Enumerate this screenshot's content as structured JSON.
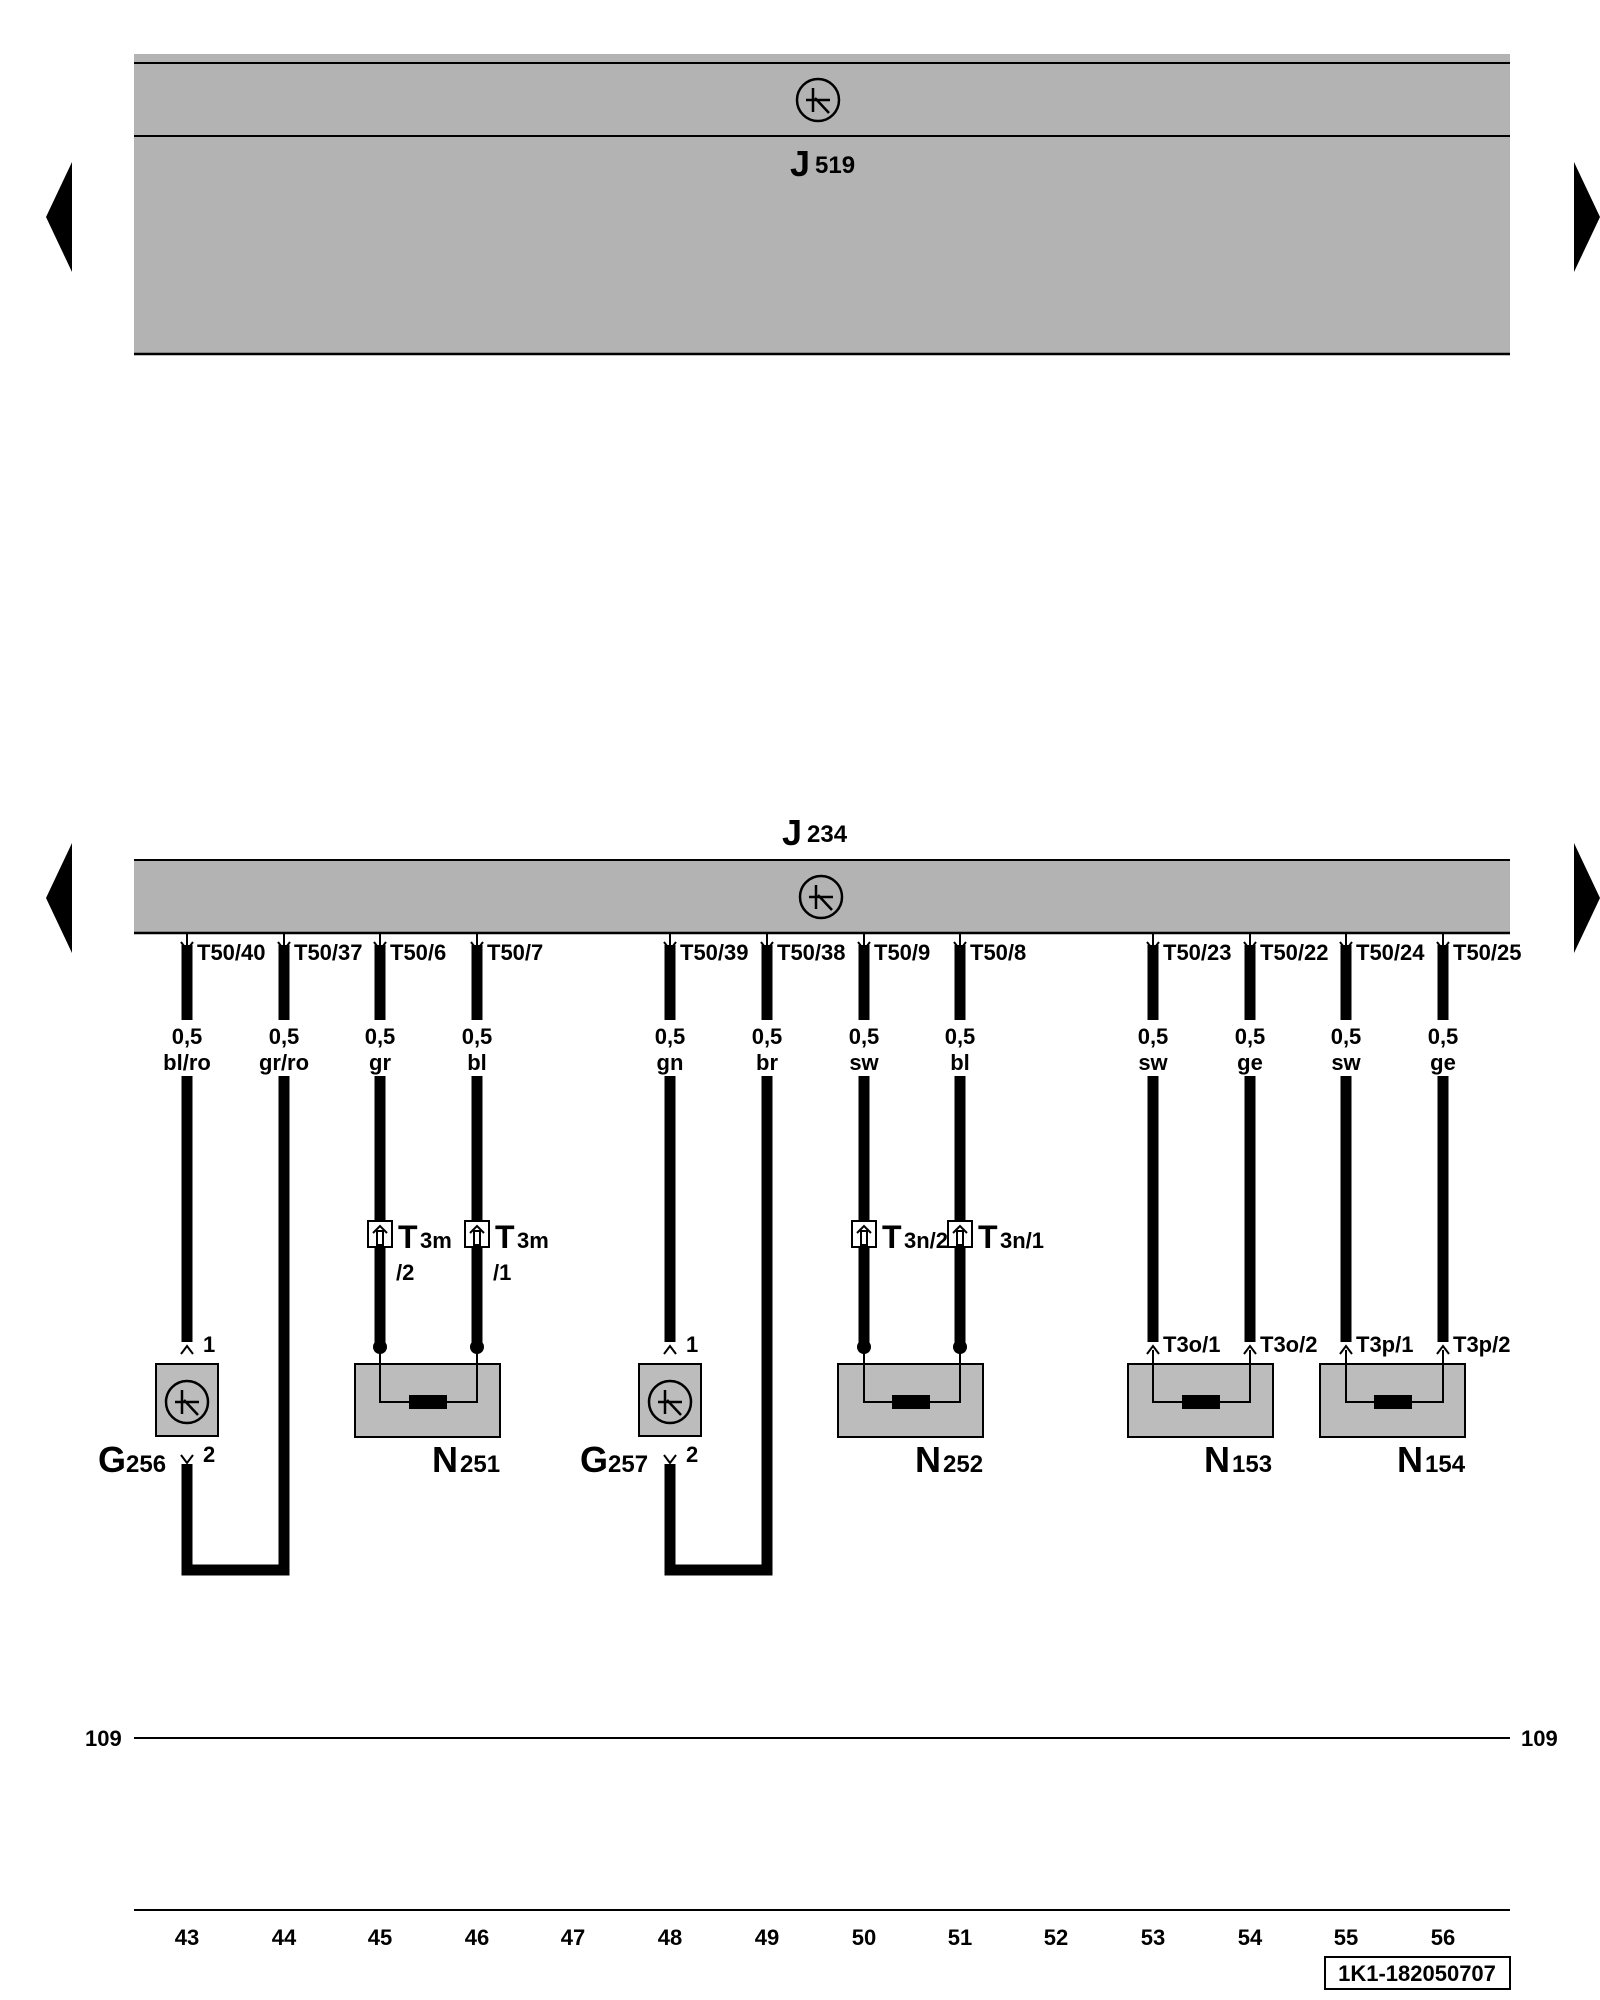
{
  "modules": {
    "j519": {
      "letter": "J",
      "number": "519"
    },
    "j234": {
      "letter": "J",
      "number": "234"
    }
  },
  "pins": {
    "t50_40": "T50/40",
    "t50_37": "T50/37",
    "t50_6": "T50/6",
    "t50_7": "T50/7",
    "t50_39": "T50/39",
    "t50_38": "T50/38",
    "t50_9": "T50/9",
    "t50_8": "T50/8",
    "t50_23": "T50/23",
    "t50_22": "T50/22",
    "t50_24": "T50/24",
    "t50_25": "T50/25"
  },
  "wires": [
    {
      "size": "0,5",
      "color": "bl/ro"
    },
    {
      "size": "0,5",
      "color": "gr/ro"
    },
    {
      "size": "0,5",
      "color": "gr"
    },
    {
      "size": "0,5",
      "color": "bl"
    },
    {
      "size": "0,5",
      "color": "gn"
    },
    {
      "size": "0,5",
      "color": "br"
    },
    {
      "size": "0,5",
      "color": "sw"
    },
    {
      "size": "0,5",
      "color": "bl"
    },
    {
      "size": "0,5",
      "color": "sw"
    },
    {
      "size": "0,5",
      "color": "ge"
    },
    {
      "size": "0,5",
      "color": "sw"
    },
    {
      "size": "0,5",
      "color": "ge"
    }
  ],
  "connectors": {
    "t3m_a": {
      "main": "T",
      "sub": "3m",
      "pin": "/2"
    },
    "t3m_b": {
      "main": "T",
      "sub": "3m",
      "pin": "/1"
    },
    "t3n_a": {
      "main": "T",
      "sub": "3n/2"
    },
    "t3n_b": {
      "main": "T",
      "sub": "3n/1"
    }
  },
  "component_pins": {
    "g256_1": "1",
    "g256_2": "2",
    "g257_1": "1",
    "g257_2": "2",
    "t3o_1": "T3o/1",
    "t3o_2": "T3o/2",
    "t3p_1": "T3p/1",
    "t3p_2": "T3p/2"
  },
  "components": {
    "g256": {
      "letter": "G",
      "number": "256"
    },
    "n251": {
      "letter": "N",
      "number": "251"
    },
    "g257": {
      "letter": "G",
      "number": "257"
    },
    "n252": {
      "letter": "N",
      "number": "252"
    },
    "n153": {
      "letter": "N",
      "number": "153"
    },
    "n154": {
      "letter": "N",
      "number": "154"
    }
  },
  "ground_line": {
    "left": "109",
    "right": "109"
  },
  "track_numbers": [
    "43",
    "44",
    "45",
    "46",
    "47",
    "48",
    "49",
    "50",
    "51",
    "52",
    "53",
    "54",
    "55",
    "56"
  ],
  "doc_id": "1K1-182050707",
  "colors": {
    "module_fill": "#b3b3b3",
    "component_fill": "#bcbcbc",
    "wire": "#000000"
  }
}
